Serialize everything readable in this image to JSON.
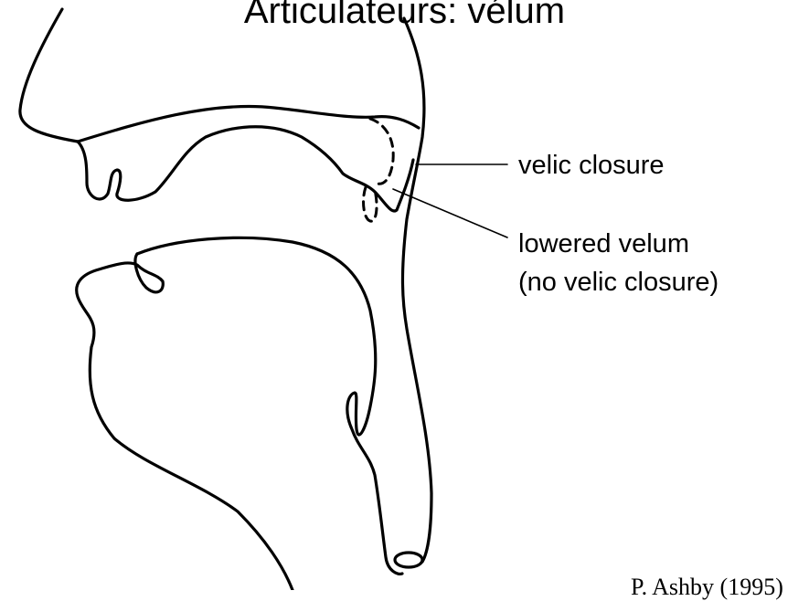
{
  "title": "Articulateurs: vélum",
  "labels": {
    "velic_closure": "velic closure",
    "lowered_velum_line1": "lowered velum",
    "lowered_velum_line2": "(no velic closure)"
  },
  "credit": "P. Ashby (1995)"
}
